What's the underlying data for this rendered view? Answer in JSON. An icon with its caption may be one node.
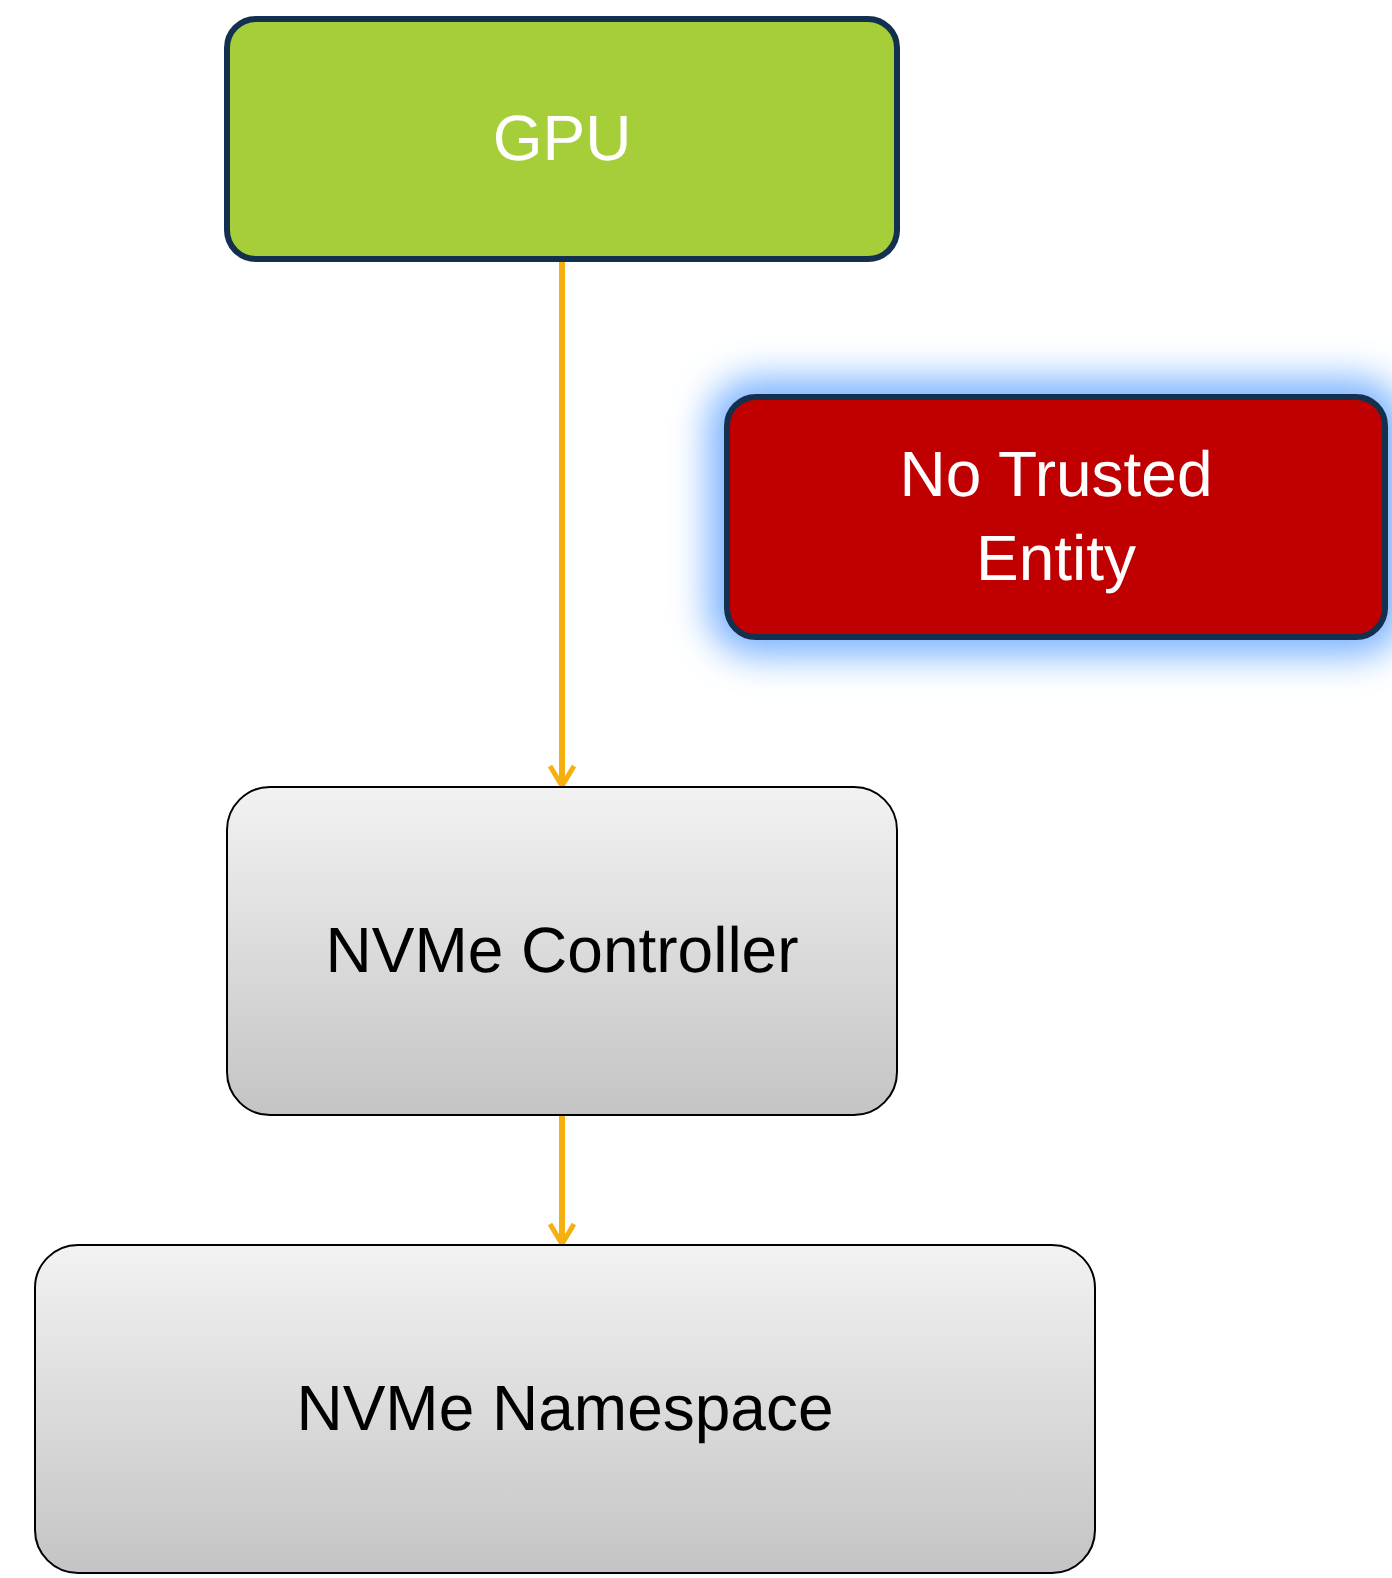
{
  "diagram": {
    "nodes": [
      {
        "text": [
          "GPU"
        ]
      },
      {
        "text": [
          "No Trusted Entity"
        ]
      },
      {
        "text": [
          "NVMe Controller"
        ]
      },
      {
        "text": [
          "NVMe Namespace"
        ]
      }
    ],
    "edges": [
      {
        "from": 0,
        "to": 2,
        "arrow": "to"
      },
      {
        "from": 2,
        "to": 3,
        "arrow": "to"
      }
    ]
  }
}
